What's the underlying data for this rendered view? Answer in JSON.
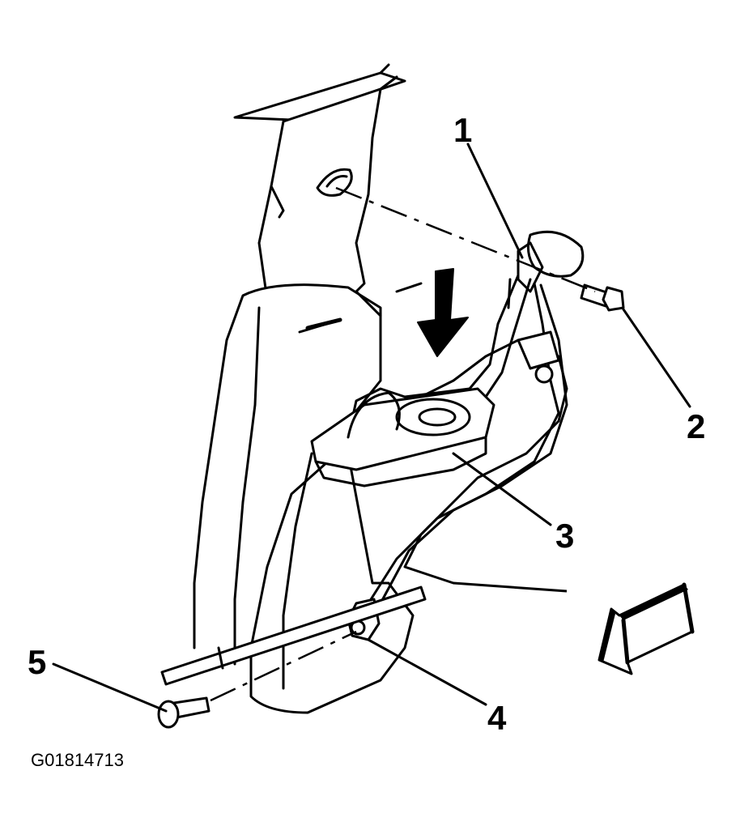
{
  "callouts": {
    "c1": "1",
    "c2": "2",
    "c3": "3",
    "c4": "4",
    "c5": "5"
  },
  "figure_id": "G01814713",
  "icons": {
    "direction_arrow": "arrow-down-icon",
    "front_arrow": "arrow-down-left-icon"
  }
}
